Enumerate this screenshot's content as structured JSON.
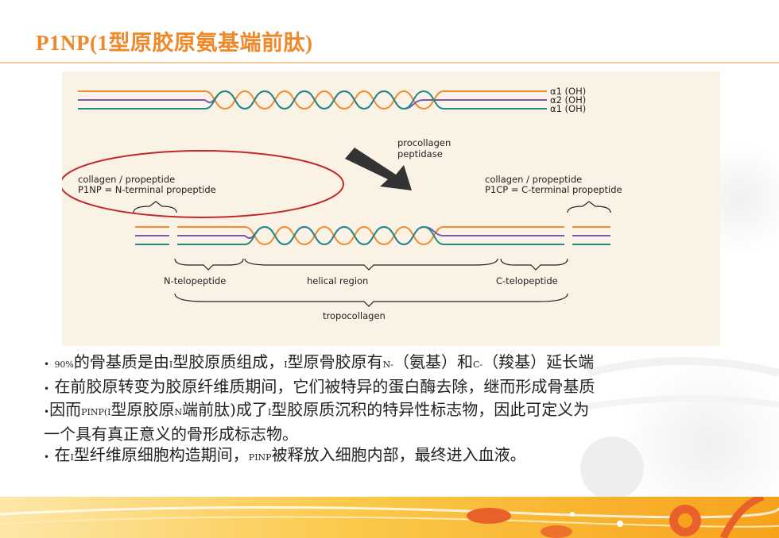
{
  "slide": {
    "title": "P1NP(1型原胶原氨基端前肽)"
  },
  "diagram": {
    "chain_labels": [
      "α1 (OH)",
      "α2 (OH)",
      "α1 (OH)"
    ],
    "enzyme_line1": "procollagen",
    "enzyme_line2": "peptidase",
    "left_label_line1": "collagen / propeptide",
    "left_label_line2": "P1NP = N-terminal propeptide",
    "right_label_line1": "collagen / propeptide",
    "right_label_line2": "P1CP = C-terminal propeptide",
    "n_telo": "N-telopeptide",
    "helical": "helical region",
    "c_telo": "C-telopeptide",
    "tropocollagen": "tropocollagen",
    "colors": {
      "orange": "#f08a30",
      "purple": "#7a5aa8",
      "teal": "#1f8a8a",
      "circle": "#c0282d",
      "arrow": "#333333"
    }
  },
  "bullets": {
    "b1": {
      "bullet": "•",
      "p1": "90%",
      "p2": "的骨基质是由",
      "p3": "I",
      "p4": "型胶原质组成，",
      "p5": "I",
      "p6": "型原骨胶原有",
      "p7": "N-",
      "p8": "（氨基）和",
      "p9": "C-",
      "p10": "（羧基）延长端"
    },
    "b2": {
      "bullet": "•",
      "text": "在前胶原转变为胶原纤维质期间，它们被特异的蛋白酶去除，继而形成骨基质"
    },
    "b3": {
      "bullet": "•",
      "p1": "因而",
      "p2": "PINP(I",
      "p3": "型原胶原",
      "p4": "N",
      "p5": "端前肽)",
      "p6": "成了",
      "p7": "I",
      "p8": "型胶原质沉积的特异性标志物，因此可定义为",
      "line2": "一个具有真正意义的骨形成标志物。"
    },
    "b4": {
      "bullet": "•",
      "p1": "在",
      "p2": "I",
      "p3": "型纤维原细胞构造期间，",
      "p4": "PINP",
      "p5": "被释放入细胞内部，最终进入血液。"
    }
  },
  "theme": {
    "title_color": "#f0882a",
    "rule_color": "#f5c89a",
    "footer_orange": "#f7a21b"
  }
}
